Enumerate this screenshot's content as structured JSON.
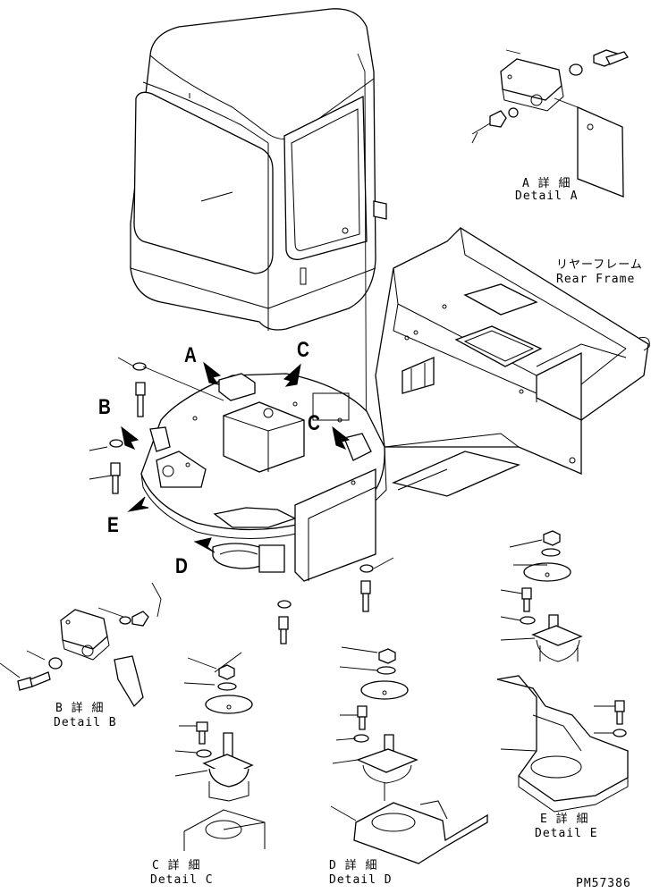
{
  "detail_labels": {
    "a_jp": "A 詳 細",
    "a_en": "Detail A",
    "b_jp": "B 詳 細",
    "b_en": "Detail B",
    "c_jp": "C 詳 細",
    "c_en": "Detail C",
    "d_jp": "D 詳 細",
    "d_en": "Detail D",
    "e_jp": "E 詳 細",
    "e_en": "Detail E"
  },
  "rear_frame": {
    "jp": "リヤーフレーム",
    "en": "Rear Frame"
  },
  "callouts": {
    "a": "A",
    "b": "B",
    "c_upper": "C",
    "c_lower": "C",
    "d": "D",
    "e": "E"
  },
  "drawing_number": "PM57386"
}
